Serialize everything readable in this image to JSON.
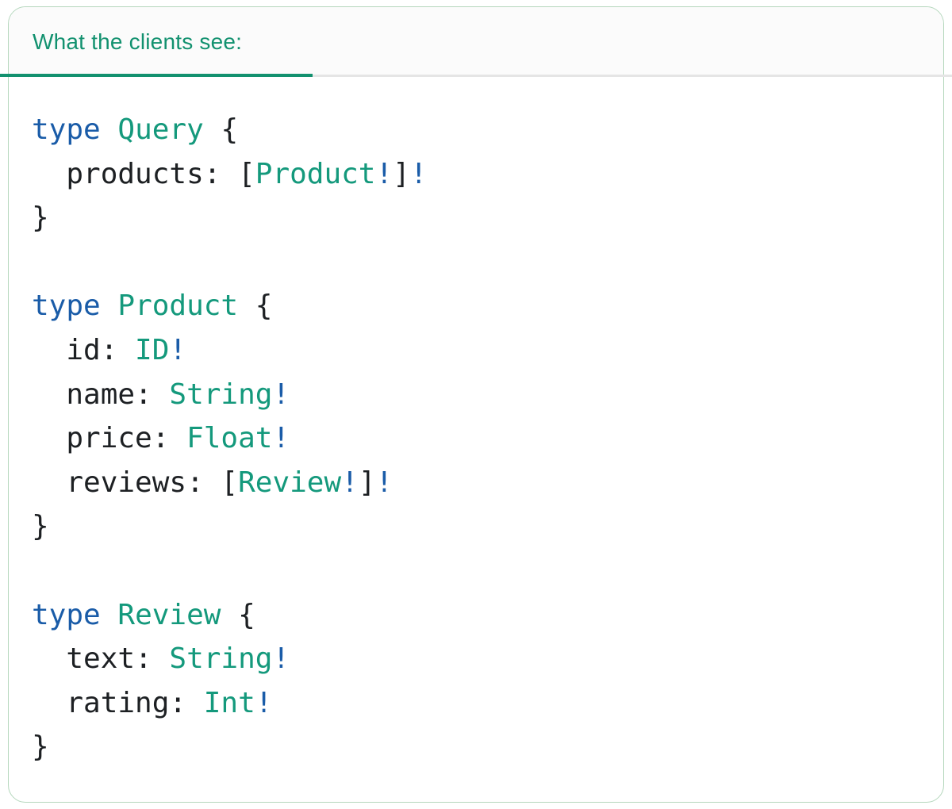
{
  "panel": {
    "tab_label": "What the clients see:"
  },
  "colors": {
    "teal": "#12916F",
    "code_teal": "#14997C",
    "blue": "#1A5CA8",
    "text_dark": "#1D2023",
    "divider_gray": "#E5E5E5",
    "card_border": "#B5D7BD",
    "header_bg": "#FBFBFB"
  },
  "code": {
    "language": "graphql",
    "lines": [
      [
        {
          "t": "keyword",
          "v": "type"
        },
        {
          "t": "plain",
          "v": " "
        },
        {
          "t": "type",
          "v": "Query"
        },
        {
          "t": "plain",
          "v": " {"
        }
      ],
      [
        {
          "t": "plain",
          "v": "  products: ["
        },
        {
          "t": "type",
          "v": "Product"
        },
        {
          "t": "bang",
          "v": "!"
        },
        {
          "t": "plain",
          "v": "]"
        },
        {
          "t": "bang",
          "v": "!"
        }
      ],
      [
        {
          "t": "plain",
          "v": "}"
        }
      ],
      [],
      [
        {
          "t": "keyword",
          "v": "type"
        },
        {
          "t": "plain",
          "v": " "
        },
        {
          "t": "type",
          "v": "Product"
        },
        {
          "t": "plain",
          "v": " {"
        }
      ],
      [
        {
          "t": "plain",
          "v": "  id: "
        },
        {
          "t": "type",
          "v": "ID"
        },
        {
          "t": "bang",
          "v": "!"
        }
      ],
      [
        {
          "t": "plain",
          "v": "  name: "
        },
        {
          "t": "type",
          "v": "String"
        },
        {
          "t": "bang",
          "v": "!"
        }
      ],
      [
        {
          "t": "plain",
          "v": "  price: "
        },
        {
          "t": "type",
          "v": "Float"
        },
        {
          "t": "bang",
          "v": "!"
        }
      ],
      [
        {
          "t": "plain",
          "v": "  reviews: ["
        },
        {
          "t": "type",
          "v": "Review"
        },
        {
          "t": "bang",
          "v": "!"
        },
        {
          "t": "plain",
          "v": "]"
        },
        {
          "t": "bang",
          "v": "!"
        }
      ],
      [
        {
          "t": "plain",
          "v": "}"
        }
      ],
      [],
      [
        {
          "t": "keyword",
          "v": "type"
        },
        {
          "t": "plain",
          "v": " "
        },
        {
          "t": "type",
          "v": "Review"
        },
        {
          "t": "plain",
          "v": " {"
        }
      ],
      [
        {
          "t": "plain",
          "v": "  text: "
        },
        {
          "t": "type",
          "v": "String"
        },
        {
          "t": "bang",
          "v": "!"
        }
      ],
      [
        {
          "t": "plain",
          "v": "  rating: "
        },
        {
          "t": "type",
          "v": "Int"
        },
        {
          "t": "bang",
          "v": "!"
        }
      ],
      [
        {
          "t": "plain",
          "v": "}"
        }
      ]
    ]
  }
}
